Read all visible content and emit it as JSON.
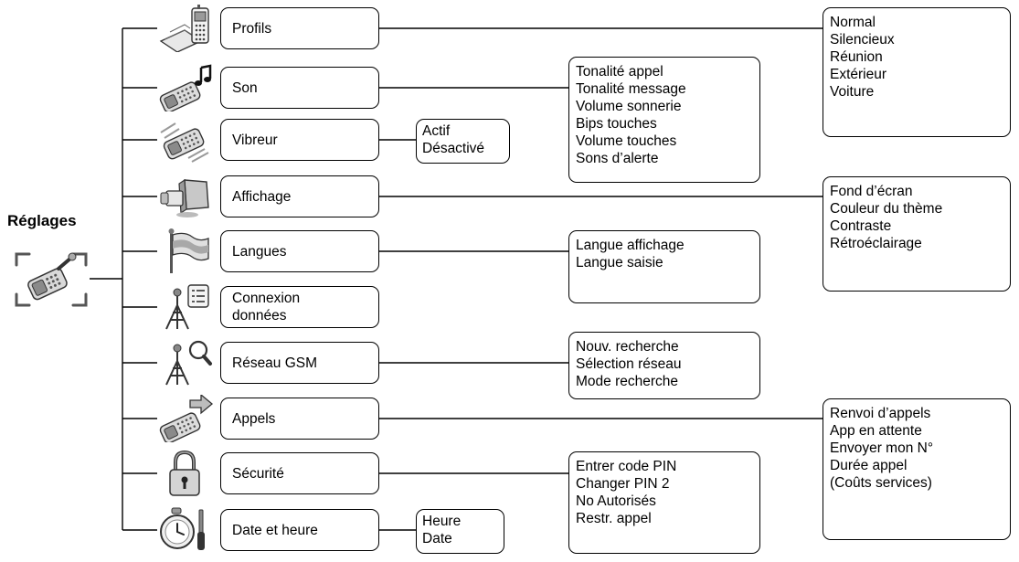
{
  "title": "Réglages",
  "root_icon": "settings-phone-icon",
  "menu": [
    {
      "key": "profils",
      "label": "Profils",
      "icon": "phone-profiles-icon",
      "options": [
        "Normal",
        "Silencieux",
        "Réunion",
        "Extérieur",
        "Voiture"
      ]
    },
    {
      "key": "son",
      "label": "Son",
      "icon": "phone-music-note-icon",
      "options": [
        "Tonalité appel",
        "Tonalité message",
        "Volume sonnerie",
        "Bips touches",
        "Volume touches",
        "Sons d’alerte"
      ]
    },
    {
      "key": "vibreur",
      "label": "Vibreur",
      "icon": "phone-vibrate-icon",
      "options": [
        "Actif",
        "Désactivé"
      ]
    },
    {
      "key": "affichage",
      "label": "Affichage",
      "icon": "display-icon",
      "options": [
        "Fond d’écran",
        "Couleur du thème",
        "Contraste",
        "Rétroéclairage"
      ]
    },
    {
      "key": "langues",
      "label": "Langues",
      "icon": "flag-icon",
      "options": [
        "Langue affichage",
        "Langue saisie"
      ]
    },
    {
      "key": "connexion",
      "label_lines": [
        "Connexion",
        "données"
      ],
      "icon": "antenna-list-icon"
    },
    {
      "key": "reseau",
      "label": "Réseau GSM",
      "icon": "antenna-search-icon",
      "options": [
        "Nouv. recherche",
        "Sélection réseau",
        "Mode recherche"
      ]
    },
    {
      "key": "appels",
      "label": "Appels",
      "icon": "phone-arrow-icon",
      "options": [
        "Renvoi d’appels",
        "App en attente",
        "Envoyer mon N°",
        "Durée appel",
        "(Coûts services)"
      ]
    },
    {
      "key": "securite",
      "label": "Sécurité",
      "icon": "padlock-icon",
      "options": [
        "Entrer code PIN",
        "Changer PIN 2",
        "No Autorisés",
        "Restr. appel"
      ]
    },
    {
      "key": "date",
      "label": "Date et heure",
      "icon": "clock-icon",
      "options": [
        "Heure",
        "Date"
      ]
    }
  ]
}
